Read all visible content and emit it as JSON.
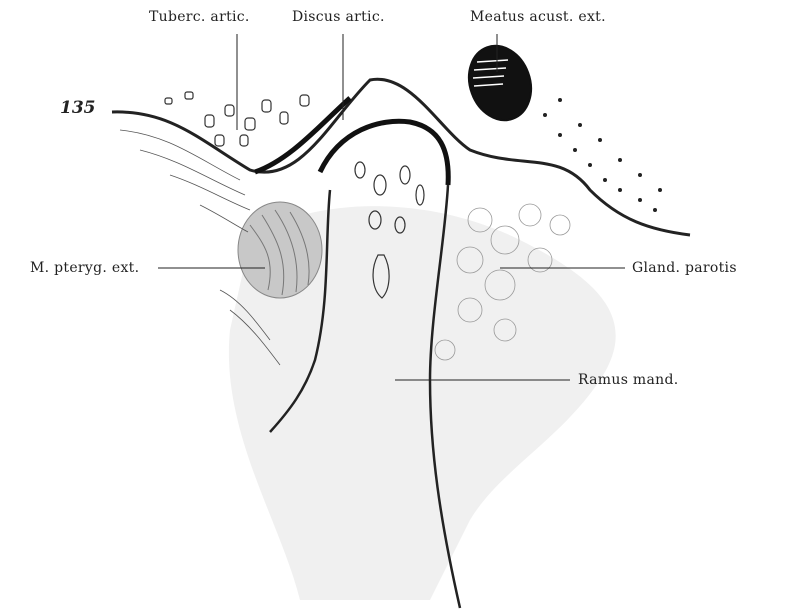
{
  "figure": {
    "number": "135",
    "labels": {
      "tuberc_artic": "Tuberc. artic.",
      "discus_artic": "Discus artic.",
      "meatus_acust_ext": "Meatus acust. ext.",
      "m_pteryg_ext": "M. pteryg. ext.",
      "gland_parotis": "Gland. parotis",
      "ramus_mand": "Ramus mand."
    },
    "colors": {
      "ink": "#222222",
      "shade": "#e6e6e6",
      "muscle": "#c8c8c8"
    }
  }
}
